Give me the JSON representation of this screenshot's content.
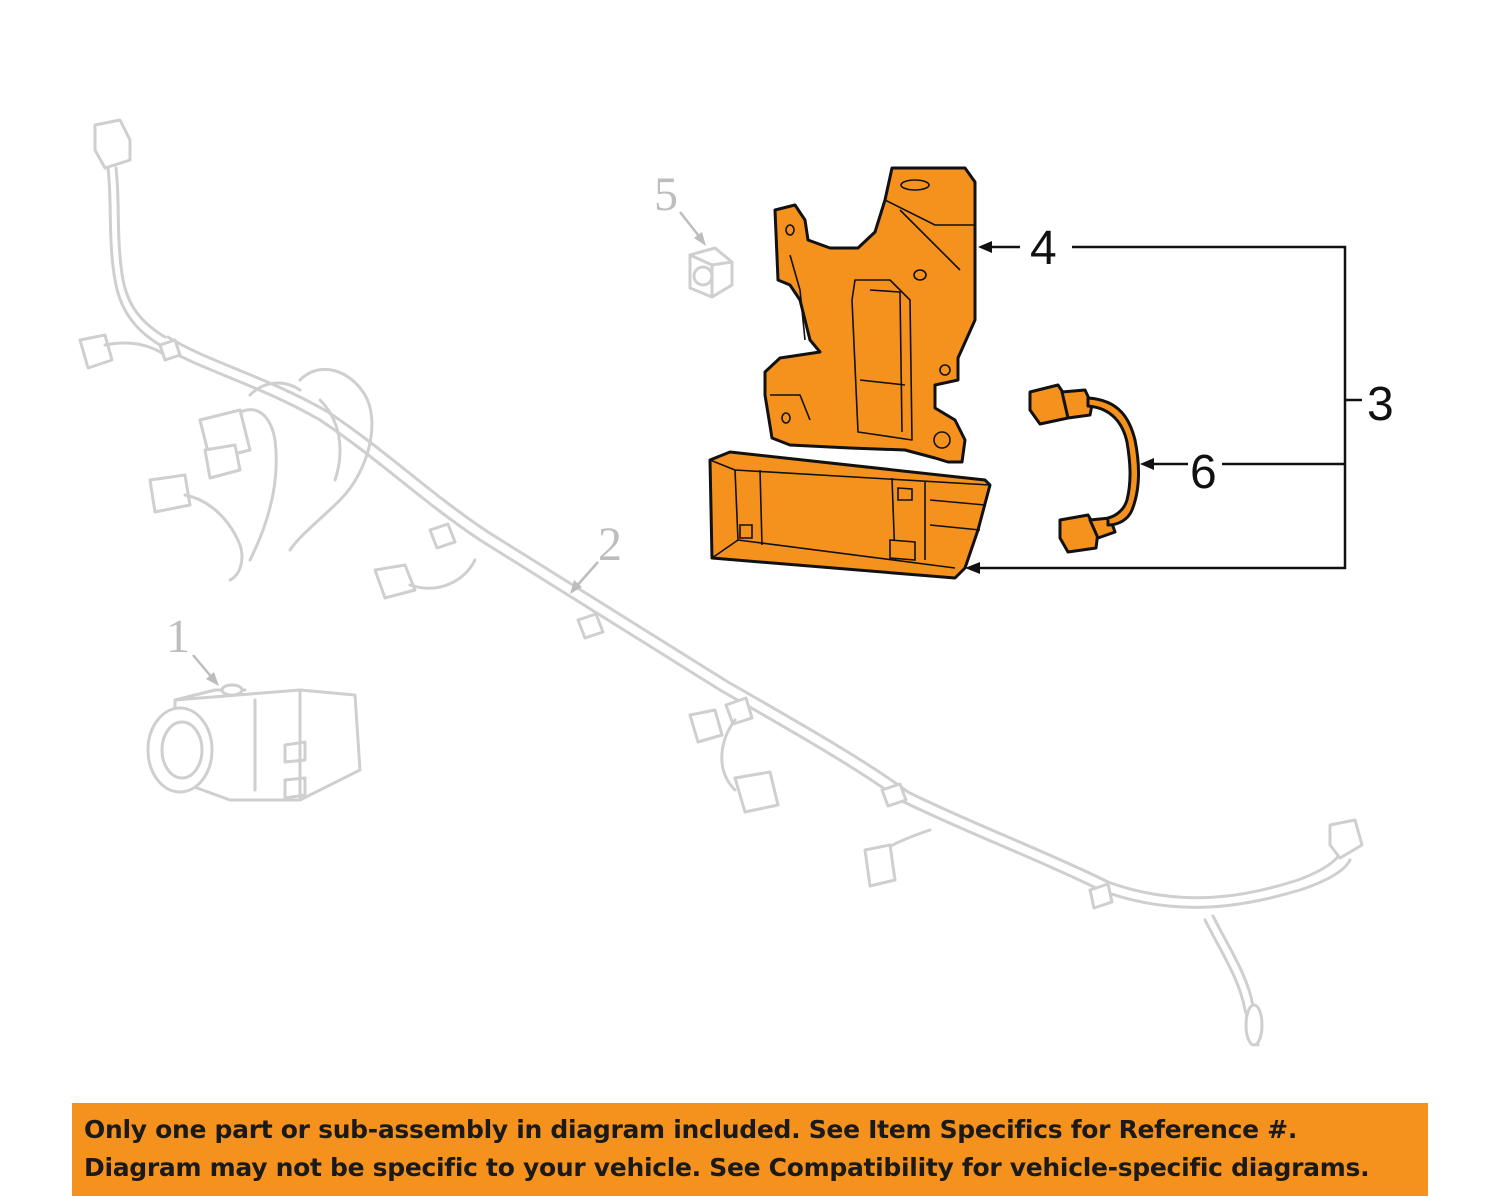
{
  "callouts": {
    "c1": "1",
    "c2": "2",
    "c3": "3",
    "c4": "4",
    "c5": "5",
    "c6": "6"
  },
  "notice": {
    "line1": "Only one part or sub-assembly in diagram included. See Item Specifics for Reference #.",
    "line2": "Diagram may not be specific to your vehicle. See Compatibility for vehicle-specific diagrams."
  },
  "colors": {
    "highlight": "#f5921e",
    "ghost": "#cfcfcf",
    "ink": "#111111"
  }
}
